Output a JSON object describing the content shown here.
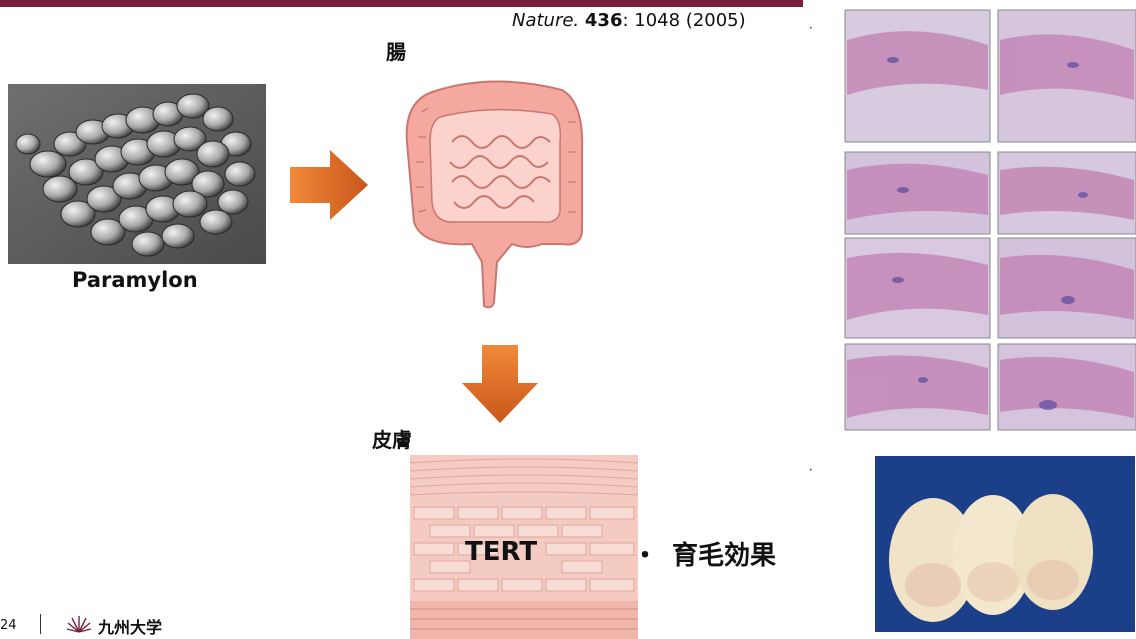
{
  "citation": {
    "journal": "Nature.",
    "volume": "436",
    "pages": ": 1048 (2005)"
  },
  "labels": {
    "intestine": "腸",
    "skin": "皮膚",
    "paramylon": "Paramylon",
    "tert": "TERT",
    "effect_bullet": "・",
    "effect": "育毛効果"
  },
  "footer": {
    "page": "24",
    "university": "九州大学"
  },
  "colors": {
    "topbar": "#7a1d3a",
    "arrow": "#e8742a",
    "intestine": "#f4a8a0",
    "skin": "#f3cbc3"
  }
}
